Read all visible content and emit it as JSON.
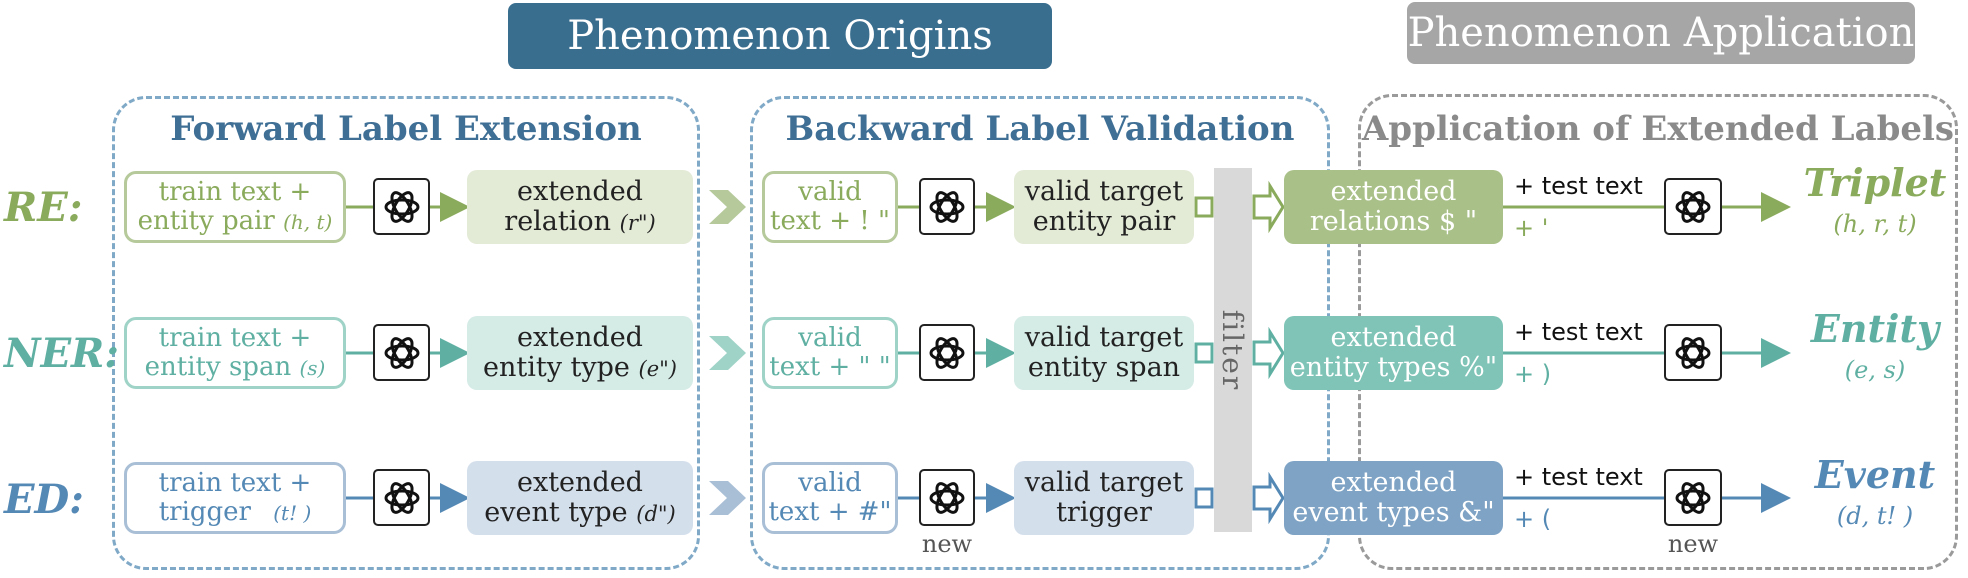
{
  "headers": {
    "origins": "Phenomenon Origins",
    "application": "Phenomenon Application"
  },
  "panels": {
    "forward": "Forward Label Extension",
    "backward": "Backward Label Validation",
    "apply": "Application of Extended Labels"
  },
  "filter_label": "filter",
  "new_label": "new",
  "colors": {
    "re": "#8aaa5c",
    "ner": "#5fb0a2",
    "ed": "#5589b5",
    "header_origins": "#3a6e8f",
    "header_application": "#a6a6a6"
  },
  "rows": [
    {
      "label": "RE:",
      "train": [
        "train text +",
        "entity pair"
      ],
      "train_var": "(h, t)",
      "extended": [
        "extended",
        "relation"
      ],
      "extended_var": "(r\")",
      "valid": [
        "valid",
        "text + ! \""
      ],
      "target": [
        "valid target",
        "entity pair"
      ],
      "ext_labels": [
        "extended",
        "relations  $ \""
      ],
      "test_text": "+ test text",
      "test_sym": "+ '",
      "output": "Triplet",
      "output_sub": "(h, r, t)"
    },
    {
      "label": "NER:",
      "train": [
        "train text +",
        "entity span"
      ],
      "train_var": "(s)",
      "extended": [
        "extended",
        "entity type"
      ],
      "extended_var": "(e\")",
      "valid": [
        "valid",
        "text + \" \""
      ],
      "target": [
        "valid target",
        "entity span"
      ],
      "ext_labels": [
        "extended",
        "entity types %\""
      ],
      "test_text": "+ test text",
      "test_sym": "+ )",
      "output": "Entity",
      "output_sub": "(e, s)"
    },
    {
      "label": "ED:",
      "train": [
        "train text +",
        "trigger"
      ],
      "train_var": "(t! )",
      "extended": [
        "extended",
        "event type"
      ],
      "extended_var": "(d\")",
      "valid": [
        "valid",
        "text + #\""
      ],
      "target": [
        "valid target",
        "trigger"
      ],
      "ext_labels": [
        "extended",
        "event types &\""
      ],
      "test_text": "+ test text",
      "test_sym": "+ (",
      "output": "Event",
      "output_sub": "(d, t! )"
    }
  ]
}
